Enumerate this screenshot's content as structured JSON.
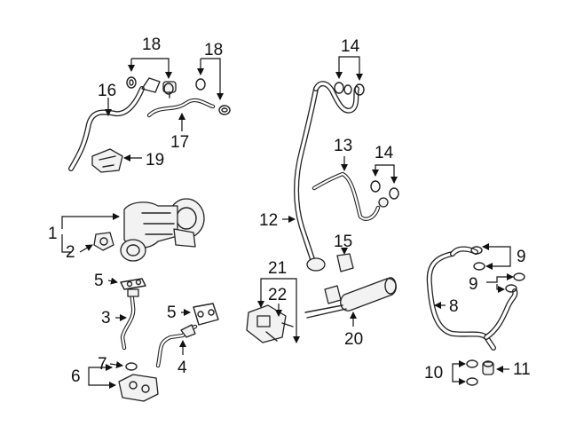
{
  "callouts": {
    "c1": "1",
    "c2": "2",
    "c3": "3",
    "c4": "4",
    "c5a": "5",
    "c5b": "5",
    "c6": "6",
    "c7": "7",
    "c8": "8",
    "c9a": "9",
    "c9b": "9",
    "c10": "10",
    "c11": "11",
    "c12": "12",
    "c13": "13",
    "c14a": "14",
    "c14b": "14",
    "c15": "15",
    "c16": "16",
    "c17": "17",
    "c18a": "18",
    "c18b": "18",
    "c19": "19",
    "c20": "20",
    "c21": "21",
    "c22": "22"
  }
}
